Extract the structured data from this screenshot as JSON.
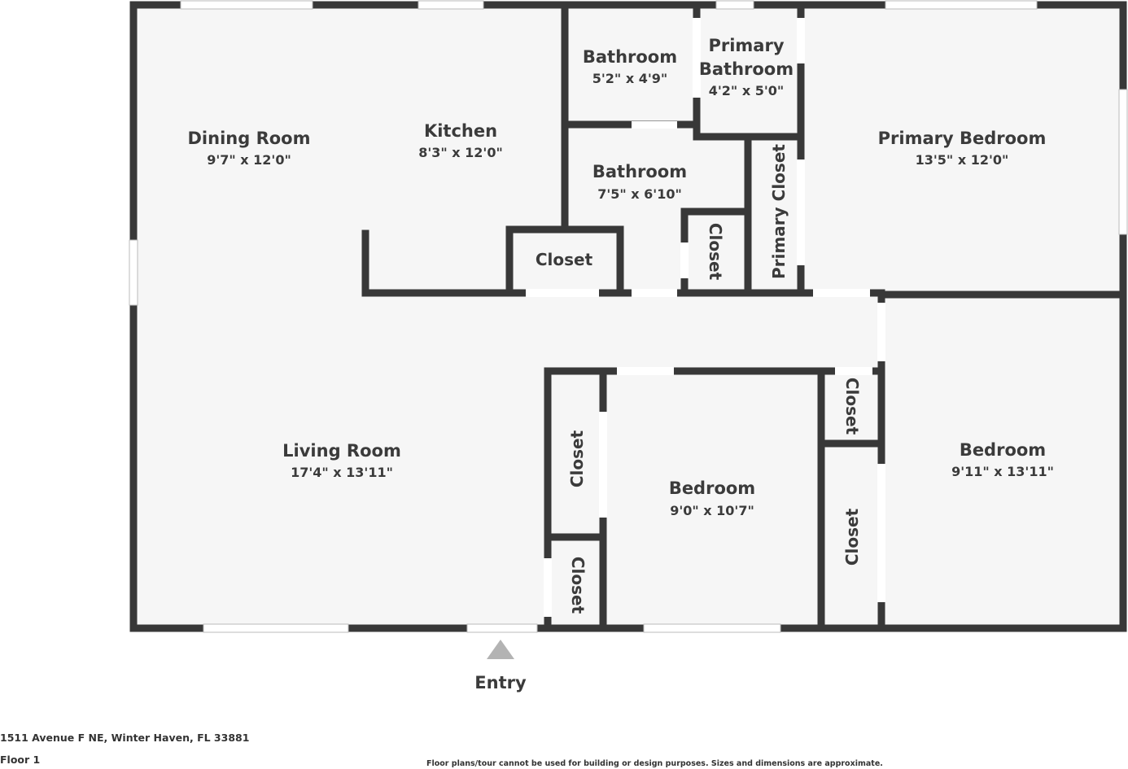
{
  "rooms": {
    "dining_room": {
      "name": "Dining Room",
      "dims": "9'7\" x 12'0\""
    },
    "kitchen": {
      "name": "Kitchen",
      "dims": "8'3\" x 12'0\""
    },
    "bathroom_1": {
      "name": "Bathroom",
      "dims": "5'2\" x 4'9\""
    },
    "primary_bathroom": {
      "name_line1": "Primary",
      "name_line2": "Bathroom",
      "dims": "4'2\" x 5'0\""
    },
    "primary_bedroom": {
      "name": "Primary Bedroom",
      "dims": "13'5\" x 12'0\""
    },
    "bathroom_2": {
      "name": "Bathroom",
      "dims": "7'5\" x 6'10\""
    },
    "living_room": {
      "name": "Living Room",
      "dims": "17'4\" x 13'11\""
    },
    "bedroom_1": {
      "name": "Bedroom",
      "dims": "9'0\" x 10'7\""
    },
    "bedroom_2": {
      "name": "Bedroom",
      "dims": "9'11\" x 13'11\""
    }
  },
  "closets": {
    "kitchen_closet": "Closet",
    "hall_closet": "Closet",
    "primary_closet": "Primary Closet",
    "bedroom1_closet_a": "Closet",
    "bedroom1_closet_b": "Closet",
    "bedroom2_closet_a": "Closet",
    "bedroom2_closet_b": "Closet"
  },
  "entry_label": "Entry",
  "footer": {
    "address": "1511 Avenue F NE, Winter Haven, FL 33881",
    "floor": "Floor 1",
    "disclaimer": "Floor plans/tour cannot be used for building or design purposes. Sizes and dimensions are approximate."
  },
  "colors": {
    "wall": "#383838",
    "floor": "#f6f6f6",
    "window": "#ffffff",
    "entry_arrow": "#b3b3b3"
  }
}
